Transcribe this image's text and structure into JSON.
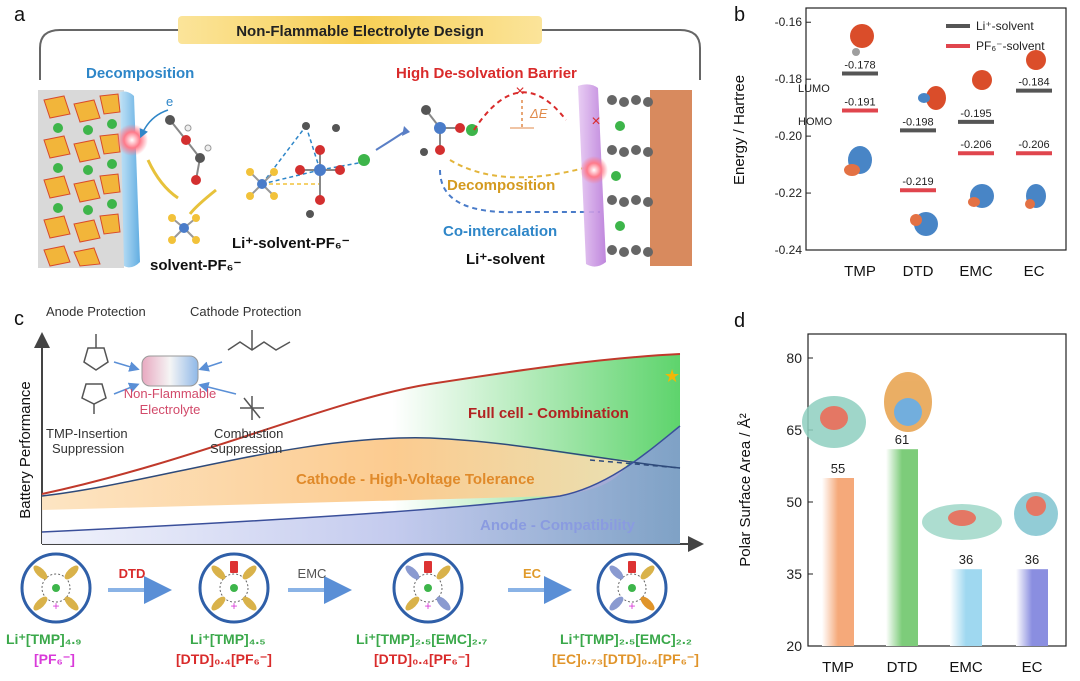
{
  "panels": {
    "a": "a",
    "b": "b",
    "c": "c",
    "d": "d"
  },
  "panel_a": {
    "banner": "Non-Flammable Electrolyte Design",
    "decomposition_left": "Decomposition",
    "electron": "e",
    "cluster_label": "Li⁺-solvent-PF₆⁻",
    "solvent_pf6": "solvent-PF₆⁻",
    "barrier": "High De-solvation Barrier",
    "delta_e": "ΔE",
    "decomposition_right": "Decomposition",
    "cointercalation": "Co-intercalation",
    "li_solvent": "Li⁺-solvent"
  },
  "panel_c": {
    "anode_protection": "Anode Protection",
    "cathode_protection": "Cathode Protection",
    "electrolyte_line1": "Non-Flammable",
    "electrolyte_line2": "Electrolyte",
    "tmp_insert_1": "TMP-Insertion",
    "tmp_insert_2": "Suppression",
    "combustion_1": "Combustion",
    "combustion_2": "Suppression",
    "ylabel": "Battery Performance",
    "full_cell": "Full cell - Combination",
    "cathode": "Cathode - High-Voltage Tolerance",
    "anode": "Anode - Compatibility",
    "arrows": [
      "DTD",
      "EMC",
      "EC"
    ],
    "formulas": [
      {
        "l1": "Li⁺[TMP]₄.₉",
        "l2": "[PF₆⁻]"
      },
      {
        "l1": "Li⁺[TMP]₄.₅",
        "l2": "[DTD]₀.₄[PF₆⁻]"
      },
      {
        "l1": "Li⁺[TMP]₂.₅[EMC]₂.₇",
        "l2": "[DTD]₀.₄[PF₆⁻]"
      },
      {
        "l1": "Li⁺[TMP]₂.₅[EMC]₂.₂",
        "l2": "[EC]₀.₇₃[DTD]₀.₄[PF₆⁻]"
      }
    ]
  },
  "chart_data": [
    {
      "type": "scatter",
      "panel": "b",
      "ylabel": "Energy / Hartree",
      "categories": [
        "TMP",
        "DTD",
        "EMC",
        "EC"
      ],
      "ylim": [
        -0.24,
        -0.155
      ],
      "yticks": [
        "-0.16",
        "-0.18",
        "-0.20",
        "-0.22",
        "-0.24"
      ],
      "legend": "top-right",
      "series": [
        {
          "name": "Li⁺-solvent",
          "color": "#555555",
          "values": [
            -0.178,
            -0.198,
            -0.195,
            -0.184
          ],
          "labels": [
            "-0.178",
            "-0.198",
            "-0.195",
            "-0.184"
          ]
        },
        {
          "name": "PF₆⁻-solvent",
          "color": "#e0454d",
          "values": [
            -0.191,
            -0.219,
            -0.206,
            -0.206
          ],
          "labels": [
            "-0.191",
            "-0.219",
            "-0.206",
            "-0.206"
          ]
        }
      ],
      "annotations": [
        "LUMO",
        "HOMO"
      ]
    },
    {
      "type": "bar",
      "panel": "d",
      "ylabel": "Polar Surface Area / Å²",
      "categories": [
        "TMP",
        "DTD",
        "EMC",
        "EC"
      ],
      "values": [
        55,
        61,
        36,
        36
      ],
      "labels": [
        "55",
        "61",
        "36",
        "36"
      ],
      "colors": [
        "#f5a97a",
        "#7dcc7a",
        "#9fd8f0",
        "#8a8ee0"
      ],
      "ylim": [
        20,
        85
      ],
      "yticks": [
        "20",
        "35",
        "50",
        "65",
        "80"
      ]
    }
  ]
}
